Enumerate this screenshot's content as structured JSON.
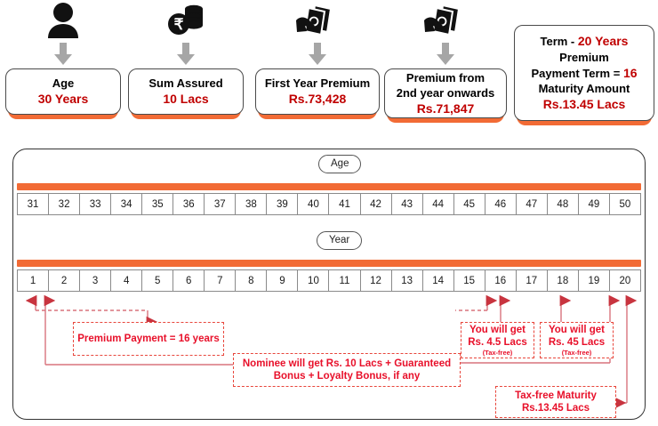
{
  "summary": {
    "cards": [
      {
        "icon": "person-icon",
        "arrow": "down-arrow-icon",
        "lines": [
          {
            "text": "Age",
            "color": "#000000",
            "emphasis": false
          },
          {
            "text": "30 Years",
            "color": "#C00000",
            "emphasis": true
          }
        ]
      },
      {
        "icon": "rupee-coins-icon",
        "arrow": "down-arrow-icon",
        "lines": [
          {
            "text": "Sum Assured",
            "color": "#000000",
            "emphasis": false
          },
          {
            "text": "10 Lacs",
            "color": "#C00000",
            "emphasis": true
          }
        ]
      },
      {
        "icon": "hand-cash-icon",
        "arrow": "down-arrow-icon",
        "lines": [
          {
            "text": "First Year Premium",
            "color": "#000000",
            "emphasis": false
          },
          {
            "text": "Rs.73,428",
            "color": "#C00000",
            "emphasis": true
          }
        ]
      },
      {
        "icon": "hand-cash-icon",
        "arrow": "down-arrow-icon",
        "lines": [
          {
            "text": "Premium from",
            "color": "#000000",
            "emphasis": false
          },
          {
            "text": "2nd year onwards",
            "color": "#000000",
            "emphasis": false
          },
          {
            "text": "Rs.71,847",
            "color": "#C00000",
            "emphasis": true
          }
        ]
      }
    ],
    "term_card": {
      "line1_label": "Term  - ",
      "line1_value": "20 Years",
      "line2": "Premium",
      "line3_label": "Payment Term = ",
      "line3_value": "16",
      "line4": "Maturity Amount",
      "line5": "Rs.13.45 Lacs"
    }
  },
  "timeline": {
    "age_label": "Age",
    "year_label": "Year",
    "age_values": [
      "31",
      "32",
      "33",
      "34",
      "35",
      "36",
      "37",
      "38",
      "39",
      "40",
      "41",
      "42",
      "43",
      "44",
      "45",
      "46",
      "47",
      "48",
      "49",
      "50"
    ],
    "year_values": [
      "1",
      "2",
      "3",
      "4",
      "5",
      "6",
      "7",
      "8",
      "9",
      "10",
      "11",
      "12",
      "13",
      "14",
      "15",
      "16",
      "17",
      "18",
      "19",
      "20"
    ]
  },
  "callouts": {
    "premium_payment": {
      "line1": "Premium Payment = 16 years"
    },
    "nominee": {
      "line1": "Nominee will get Rs. 10 Lacs + Guaranteed",
      "line2": "Bonus + Loyalty Bonus, if any"
    },
    "payout_16": {
      "line1": "You will get",
      "line2": "Rs. 4.5 Lacs",
      "line3": "(Tax-free)"
    },
    "payout_18": {
      "line1": "You will get",
      "line2": "Rs. 45 Lacs",
      "line3": "(Tax-free)"
    },
    "maturity": {
      "line1": "Tax-free Maturity",
      "line2": "Rs.13.45 Lacs"
    }
  },
  "colors": {
    "orange": "#F26B35",
    "red_text": "#E8102A",
    "dark_red": "#C00000",
    "connector": "#D9737D",
    "arrow_gray": "#A6A6A6",
    "border_gray": "#8a8a8a"
  }
}
